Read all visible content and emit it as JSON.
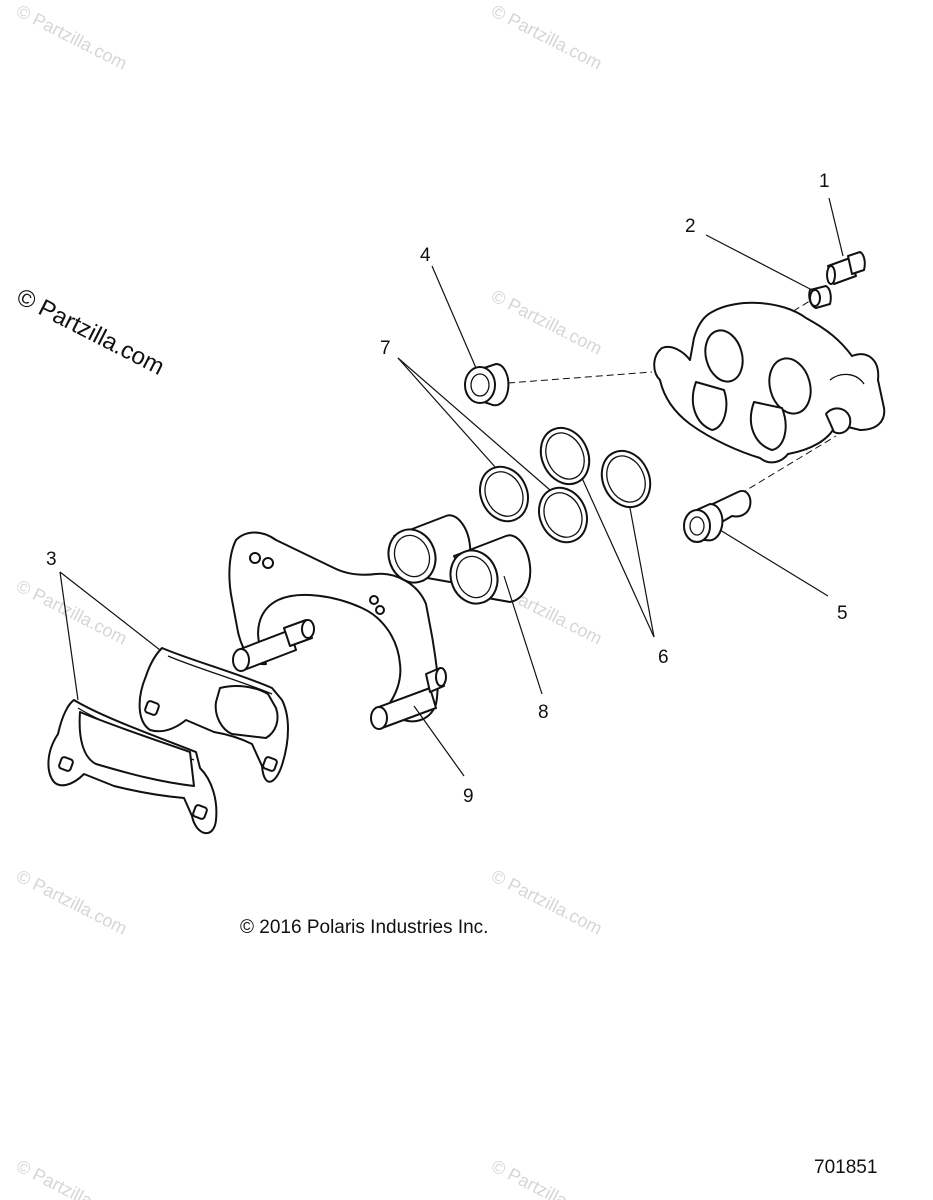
{
  "watermark": {
    "text": "© Partzilla.com",
    "prominent_text": "© Partzilla.com"
  },
  "callouts": [
    {
      "id": "1",
      "label": "1",
      "part": "bleeder-screw"
    },
    {
      "id": "2",
      "label": "2",
      "part": "bleeder-cap"
    },
    {
      "id": "3",
      "label": "3",
      "part": "brake-pad"
    },
    {
      "id": "4",
      "label": "4",
      "part": "bushing"
    },
    {
      "id": "5",
      "label": "5",
      "part": "caliper-bolt"
    },
    {
      "id": "6",
      "label": "6",
      "part": "seal"
    },
    {
      "id": "7",
      "label": "7",
      "part": "seal"
    },
    {
      "id": "8",
      "label": "8",
      "part": "piston"
    },
    {
      "id": "9",
      "label": "9",
      "part": "caliper-bracket"
    }
  ],
  "footer": {
    "copyright": "© 2016 Polaris Industries Inc.",
    "diagram_number": "701851"
  }
}
